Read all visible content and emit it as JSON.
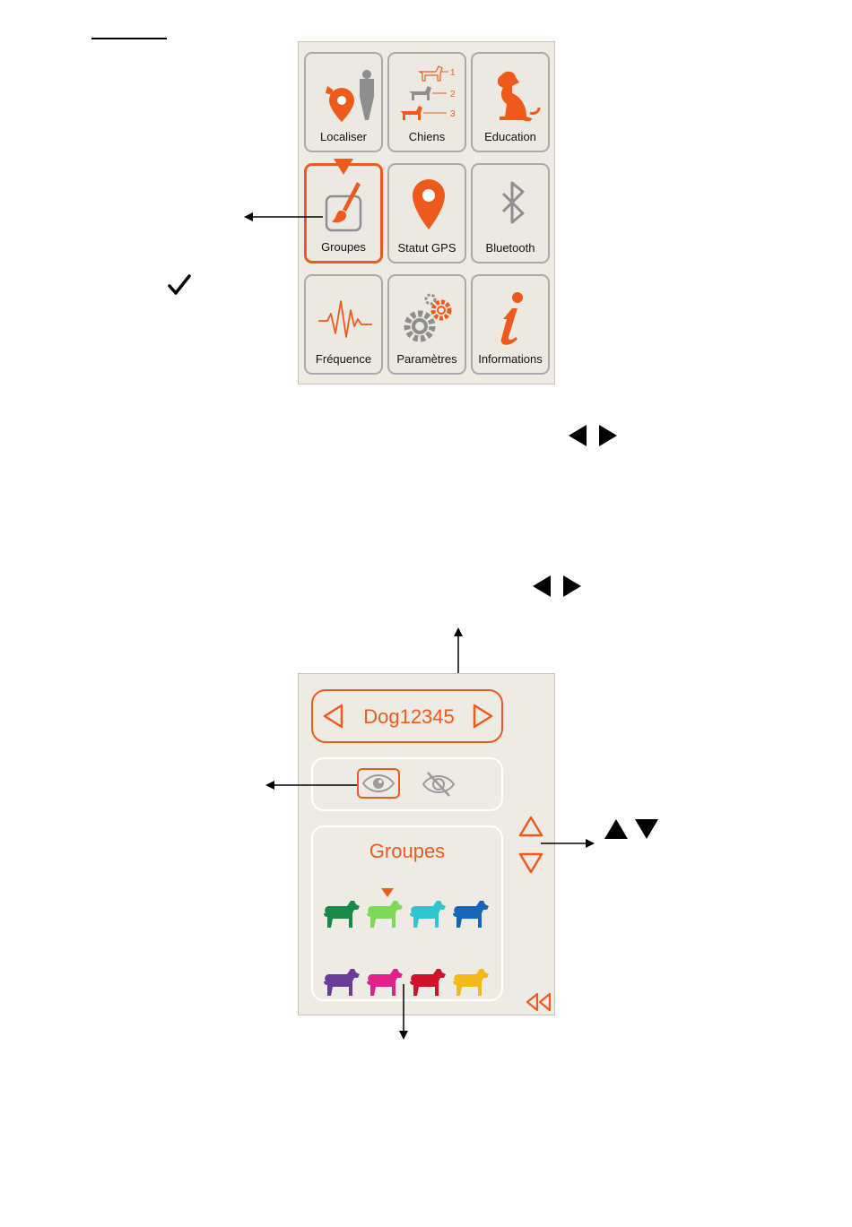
{
  "menu": {
    "tiles": [
      {
        "label": "Localiser",
        "icon": "localiser-icon"
      },
      {
        "label": "Chiens",
        "icon": "dogs-numbered-icon",
        "numbers": [
          "1",
          "2",
          "3"
        ]
      },
      {
        "label": "Education",
        "icon": "sitting-dog-icon"
      },
      {
        "label": "Groupes",
        "icon": "paintbrush-icon",
        "selected": true
      },
      {
        "label": "Statut GPS",
        "icon": "location-pin-icon"
      },
      {
        "label": "Bluetooth",
        "icon": "bluetooth-icon"
      },
      {
        "label": "Fréquence",
        "icon": "frequency-wave-icon"
      },
      {
        "label": "Paramètres",
        "icon": "gears-icon"
      },
      {
        "label": "Informations",
        "icon": "info-icon"
      }
    ]
  },
  "groups_screen": {
    "dog_name": "Dog12345",
    "visibility": {
      "visible_icon": "eye-icon",
      "hidden_icon": "eye-slash-icon"
    },
    "groups_title": "Groupes",
    "group_colors": [
      "#178a4a",
      "#7ed957",
      "#2ec6cf",
      "#1565b8",
      "#6a3c98",
      "#e0218a",
      "#d0112b",
      "#f2b91a"
    ],
    "selected_group": 1
  },
  "colors": {
    "accent": "#ee5a1c",
    "screen_bg": "#eeebe4",
    "border_gray": "#a9a9a9"
  }
}
